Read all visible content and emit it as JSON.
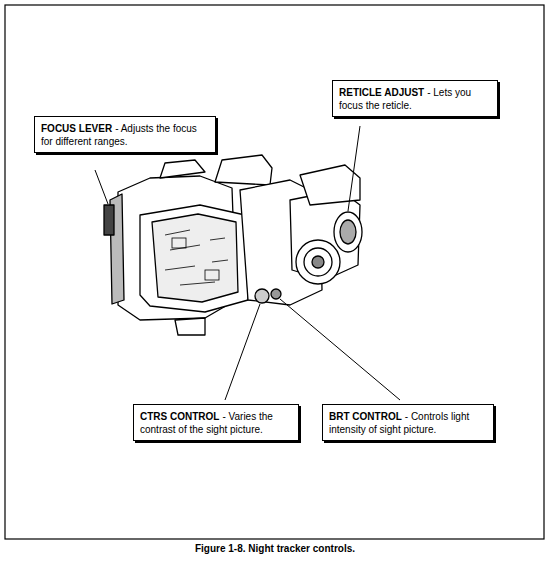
{
  "diagram": {
    "caption": "Figure 1-8. Night tracker controls.",
    "nodes": [
      {
        "text": [
          "RETICLE ADJUST",
          "- Lets you focus the reticle."
        ]
      },
      {
        "text": [
          "FOCUS LEVER",
          "- Adjusts the focus for different ranges."
        ]
      },
      {
        "text": [
          "CTRS CONTROL",
          "- Varies the contrast of the sight picture."
        ]
      },
      {
        "text": [
          "BRT CONTROL",
          "- Controls light intensity of sight picture."
        ]
      }
    ]
  }
}
